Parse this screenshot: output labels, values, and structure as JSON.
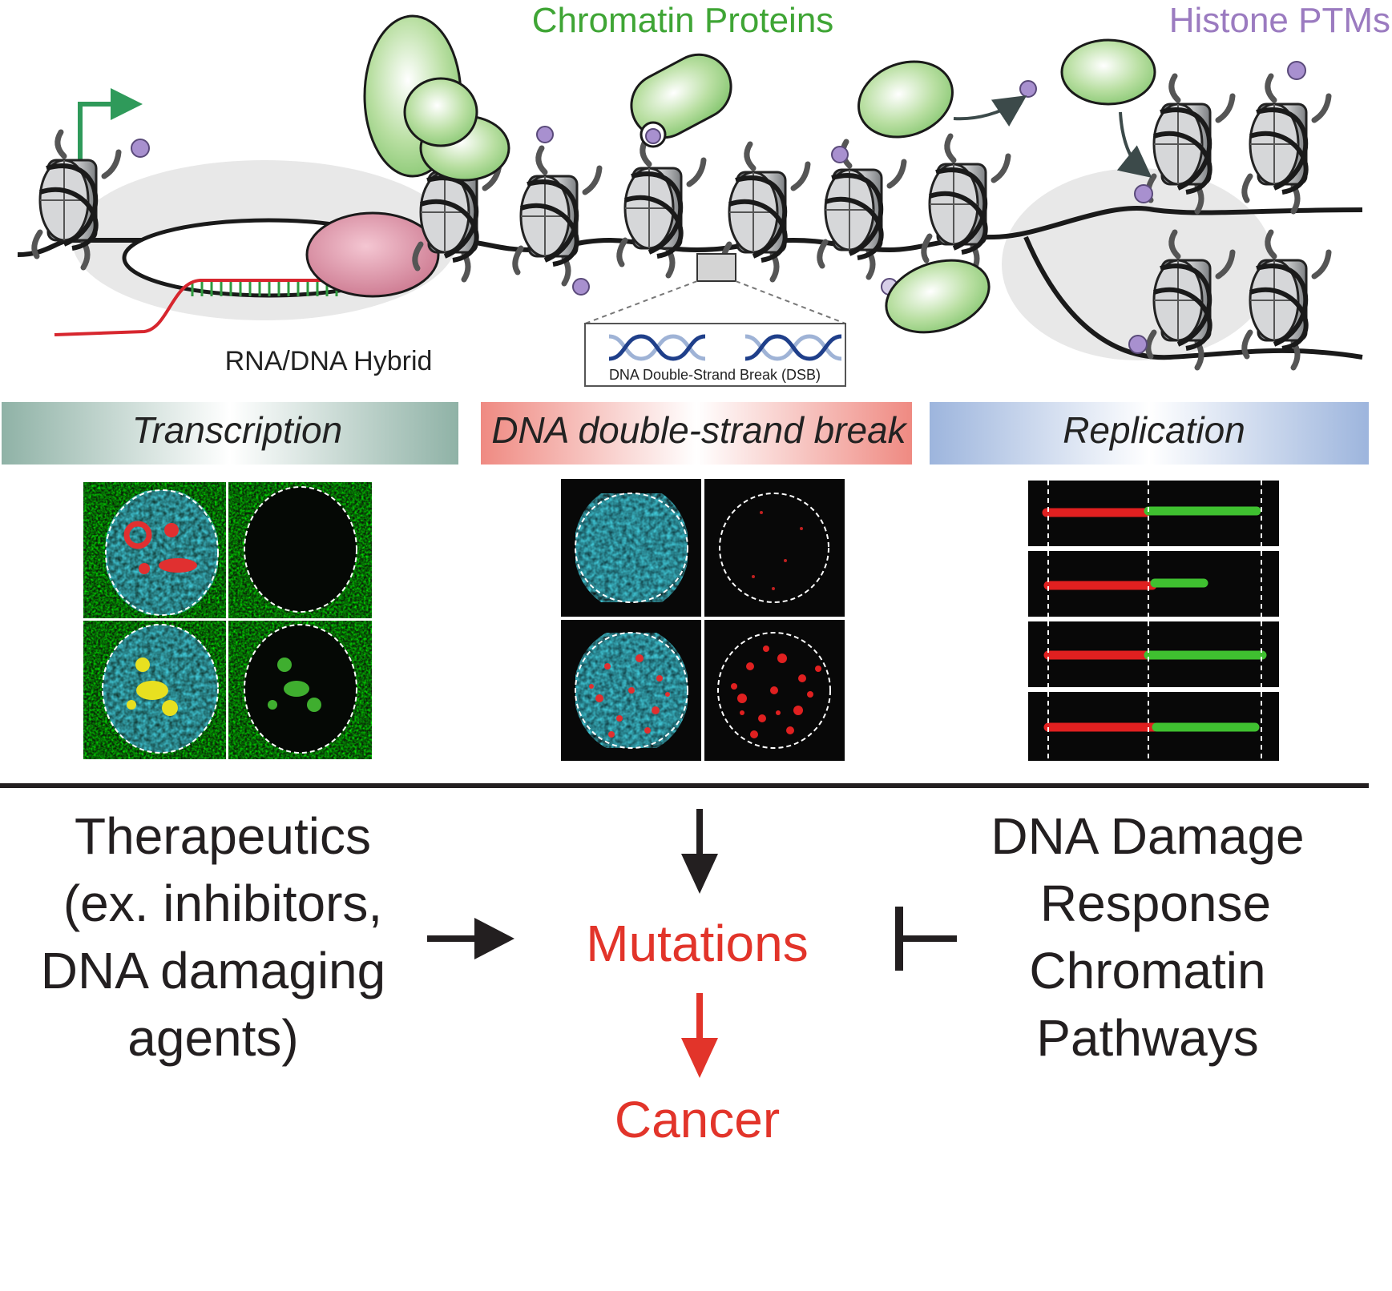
{
  "labels": {
    "chromatin_proteins": "Chromatin Proteins",
    "histone_ptms": "Histone PTMs",
    "rna_dna_hybrid": "RNA/DNA Hybrid",
    "dsb_inset": "DNA Double-Strand Break (DSB)"
  },
  "banners": {
    "transcription": "Transcription",
    "dsb": "DNA double-strand break",
    "replication": "Replication"
  },
  "bottom": {
    "therapeutics": [
      "Therapeutics",
      "(ex. inhibitors,",
      "DNA damaging",
      "agents)"
    ],
    "mutations": "Mutations",
    "cancer": "Cancer",
    "ddr": [
      "DNA Damage",
      "Response",
      "Chromatin",
      "Pathways"
    ]
  },
  "colors": {
    "green_label": "#3fa535",
    "purple_label": "#9b7bc0",
    "red_text": "#e2342a",
    "transcription_banner": "#8fb2a6",
    "dsb_banner": "#ef8a82",
    "replication_banner": "#9db5dd"
  }
}
